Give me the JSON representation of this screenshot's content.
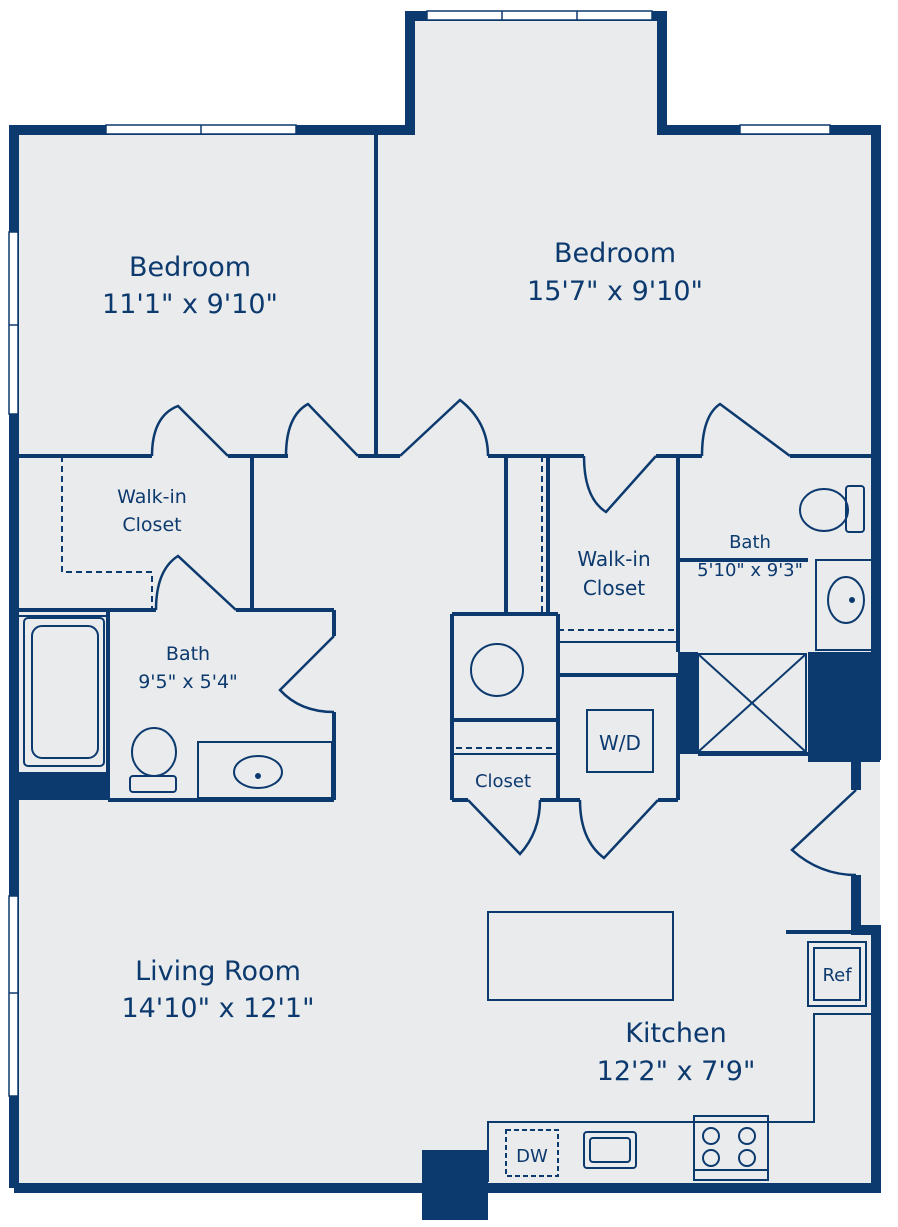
{
  "colors": {
    "wall": "#0d3a6e",
    "floor": "#e9ebed",
    "window": "#ffffff"
  },
  "rooms": {
    "bedroom_left": {
      "name": "Bedroom",
      "dims": "11'1\" x 9'10\""
    },
    "bedroom_right": {
      "name": "Bedroom",
      "dims": "15'7\" x 9'10\""
    },
    "walkin_left": {
      "line1": "Walk-in",
      "line2": "Closet"
    },
    "walkin_right": {
      "line1": "Walk-in",
      "line2": "Closet"
    },
    "bath_left": {
      "name": "Bath",
      "dims": "9'5\" x 5'4\""
    },
    "bath_right": {
      "name": "Bath",
      "dims": "5'10\" x 9'3\""
    },
    "closet": {
      "name": "Closet"
    },
    "living": {
      "name": "Living Room",
      "dims": "14'10\" x 12'1\""
    },
    "kitchen": {
      "name": "Kitchen",
      "dims": "12'2\" x 7'9\""
    }
  },
  "fixtures": {
    "washer_dryer": "W/D",
    "refrigerator": "Ref",
    "dishwasher": "DW"
  }
}
